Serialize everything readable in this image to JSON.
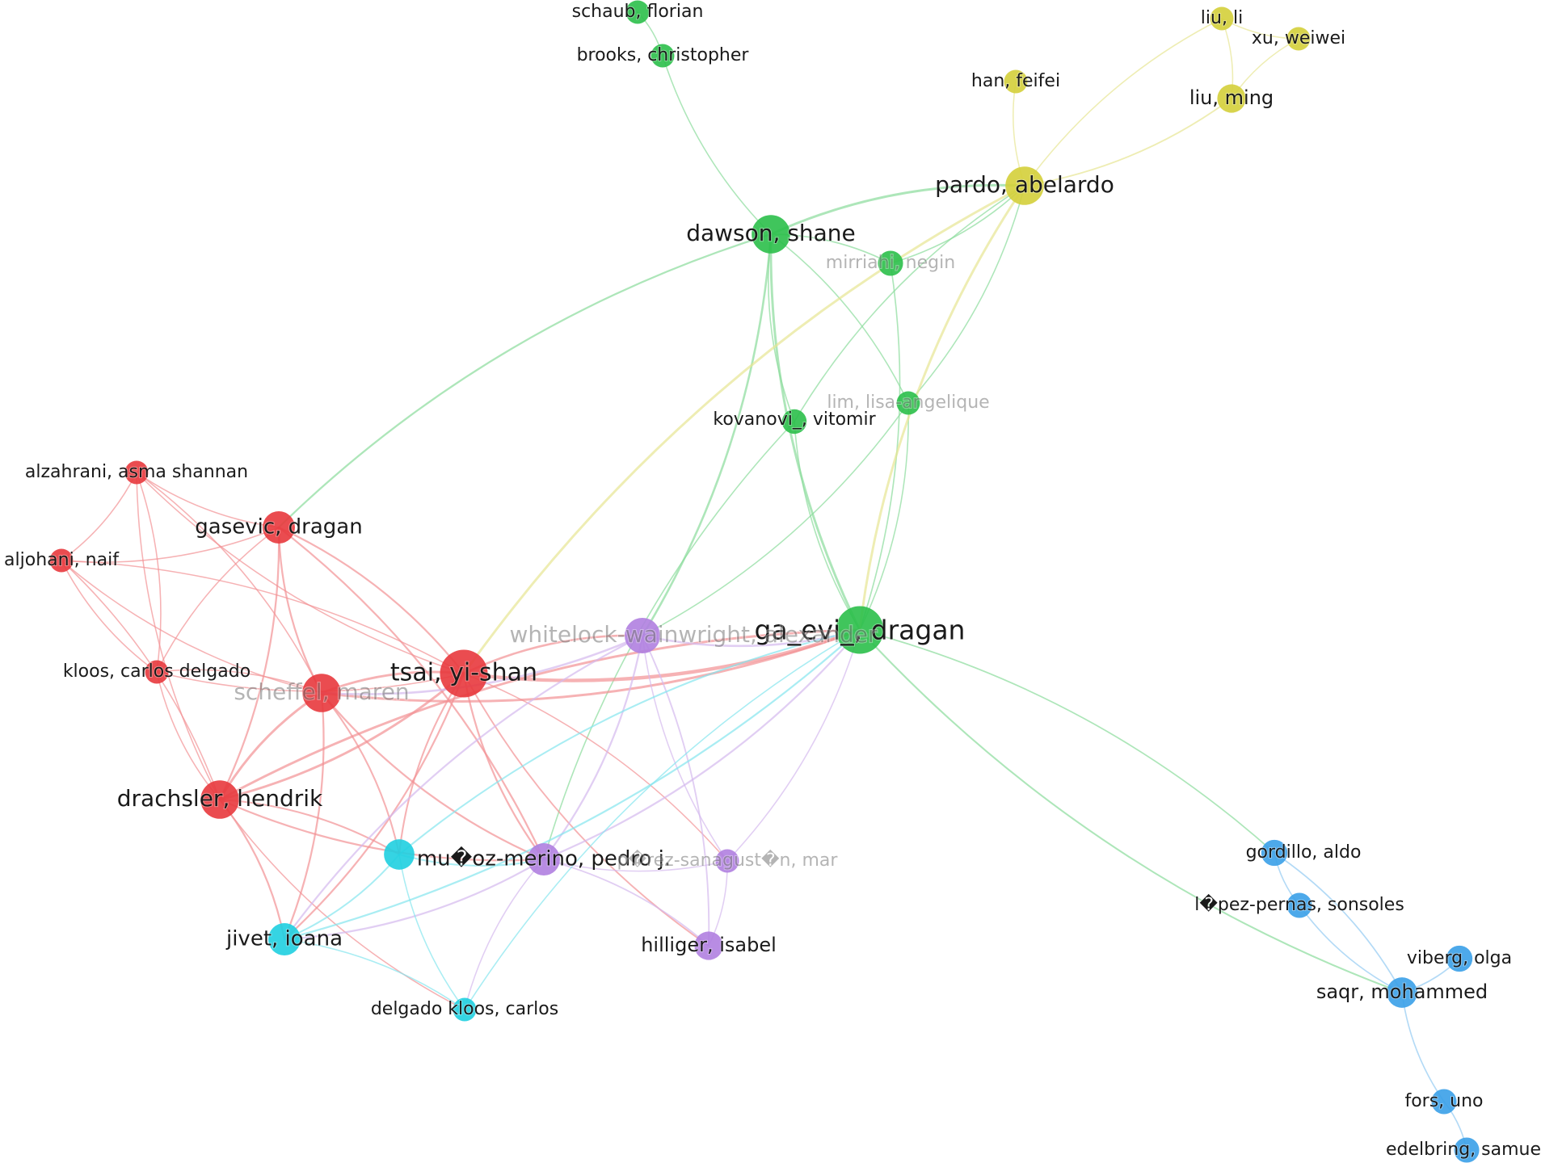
{
  "network": {
    "clusters": {
      "red": "#e8383d",
      "green": "#2bbf4a",
      "yellow": "#d4cf3a",
      "purple": "#b07fe0",
      "cyan": "#1fcfe0",
      "blue": "#3aa0e8"
    },
    "nodes": [
      {
        "id": "schaub",
        "label": "schaub, florian",
        "cluster": "green",
        "weight": 1
      },
      {
        "id": "brooks",
        "label": "brooks, christopher",
        "cluster": "green",
        "weight": 1
      },
      {
        "id": "dawson",
        "label": "dawson, shane",
        "cluster": "green",
        "weight": 5
      },
      {
        "id": "mirriahi",
        "label": "mirriahi, negin",
        "cluster": "green",
        "weight": 1.3,
        "faded": true
      },
      {
        "id": "lim",
        "label": "lim, lisa-angelique",
        "cluster": "green",
        "weight": 1,
        "faded": true
      },
      {
        "id": "kovanovic",
        "label": "kovanovi_, vitomir",
        "cluster": "green",
        "weight": 1.2
      },
      {
        "id": "gasevic_d",
        "label": "ga_evi_, dragan",
        "cluster": "green",
        "weight": 9
      },
      {
        "id": "liuli",
        "label": "liu, li",
        "cluster": "yellow",
        "weight": 1
      },
      {
        "id": "xuweiwei",
        "label": "xu, weiwei",
        "cluster": "yellow",
        "weight": 1
      },
      {
        "id": "hanfeifei",
        "label": "han, feifei",
        "cluster": "yellow",
        "weight": 1
      },
      {
        "id": "liuming",
        "label": "liu, ming",
        "cluster": "yellow",
        "weight": 2
      },
      {
        "id": "pardo",
        "label": "pardo, abelardo",
        "cluster": "yellow",
        "weight": 5
      },
      {
        "id": "alzahrani",
        "label": "alzahrani, asma shannan",
        "cluster": "red",
        "weight": 1
      },
      {
        "id": "gasevic_g",
        "label": "gasevic, dragan",
        "cluster": "red",
        "weight": 3
      },
      {
        "id": "aljohani",
        "label": "aljohani, naif",
        "cluster": "red",
        "weight": 1
      },
      {
        "id": "kloos_cd",
        "label": "kloos, carlos delgado",
        "cluster": "red",
        "weight": 1
      },
      {
        "id": "scheffel",
        "label": "scheffel, maren",
        "cluster": "red",
        "weight": 5,
        "faded": true
      },
      {
        "id": "tsai",
        "label": "tsai, yi-shan",
        "cluster": "red",
        "weight": 9
      },
      {
        "id": "drachsler",
        "label": "drachsler, hendrik",
        "cluster": "red",
        "weight": 5
      },
      {
        "id": "whitelock",
        "label": "whitelock-wainwright, alexander",
        "cluster": "purple",
        "weight": 4,
        "faded": true
      },
      {
        "id": "munoz",
        "label": "mu�oz-merino, pedro j.",
        "cluster": "purple",
        "weight": 3
      },
      {
        "id": "perez_s",
        "label": "p�rez-sanagust�n, mar",
        "cluster": "purple",
        "weight": 1,
        "faded": true
      },
      {
        "id": "hilliger",
        "label": "hilliger, isabel",
        "cluster": "purple",
        "weight": 2
      },
      {
        "id": "cyan_node",
        "label": "",
        "cluster": "cyan",
        "weight": 2.5
      },
      {
        "id": "jivet",
        "label": "jivet, ioana",
        "cluster": "cyan",
        "weight": 3
      },
      {
        "id": "delgado_kc",
        "label": "delgado kloos, carlos",
        "cluster": "cyan",
        "weight": 1
      },
      {
        "id": "gordillo",
        "label": "gordillo, aldo",
        "cluster": "blue",
        "weight": 1.5
      },
      {
        "id": "lopez_p",
        "label": "l�pez-pernas, sonsoles",
        "cluster": "blue",
        "weight": 1.3
      },
      {
        "id": "viberg",
        "label": "viberg, olga",
        "cluster": "blue",
        "weight": 1.5
      },
      {
        "id": "saqr",
        "label": "saqr, mohammed",
        "cluster": "blue",
        "weight": 2.5
      },
      {
        "id": "fors",
        "label": "fors, uno",
        "cluster": "blue",
        "weight": 1.3
      },
      {
        "id": "edelbring",
        "label": "edelbring, samue",
        "cluster": "blue",
        "weight": 1.3
      }
    ],
    "edges": [
      [
        "schaub",
        "brooks"
      ],
      [
        "brooks",
        "dawson"
      ],
      [
        "dawson",
        "mirriahi"
      ],
      [
        "dawson",
        "gasevic_d"
      ],
      [
        "dawson",
        "pardo"
      ],
      [
        "dawson",
        "kovanovic"
      ],
      [
        "dawson",
        "lim"
      ],
      [
        "dawson",
        "gasevic_g"
      ],
      [
        "dawson",
        "whitelock"
      ],
      [
        "mirriahi",
        "pardo"
      ],
      [
        "mirriahi",
        "gasevic_d"
      ],
      [
        "kovanovic",
        "gasevic_d"
      ],
      [
        "kovanovic",
        "pardo"
      ],
      [
        "kovanovic",
        "munoz"
      ],
      [
        "lim",
        "gasevic_d"
      ],
      [
        "lim",
        "pardo"
      ],
      [
        "lim",
        "whitelock"
      ],
      [
        "pardo",
        "gasevic_d"
      ],
      [
        "pardo",
        "hanfeifei"
      ],
      [
        "pardo",
        "liuming"
      ],
      [
        "pardo",
        "liuli"
      ],
      [
        "pardo",
        "tsai"
      ],
      [
        "liuli",
        "liuming"
      ],
      [
        "liuli",
        "xuweiwei"
      ],
      [
        "liuming",
        "xuweiwei"
      ],
      [
        "alzahrani",
        "gasevic_g"
      ],
      [
        "alzahrani",
        "aljohani"
      ],
      [
        "alzahrani",
        "tsai"
      ],
      [
        "alzahrani",
        "scheffel"
      ],
      [
        "alzahrani",
        "drachsler"
      ],
      [
        "alzahrani",
        "kloos_cd"
      ],
      [
        "aljohani",
        "gasevic_g"
      ],
      [
        "aljohani",
        "tsai"
      ],
      [
        "aljohani",
        "scheffel"
      ],
      [
        "aljohani",
        "drachsler"
      ],
      [
        "aljohani",
        "kloos_cd"
      ],
      [
        "gasevic_g",
        "tsai"
      ],
      [
        "gasevic_g",
        "scheffel"
      ],
      [
        "gasevic_g",
        "drachsler"
      ],
      [
        "gasevic_g",
        "kloos_cd"
      ],
      [
        "gasevic_g",
        "munoz"
      ],
      [
        "kloos_cd",
        "tsai"
      ],
      [
        "kloos_cd",
        "scheffel"
      ],
      [
        "kloos_cd",
        "drachsler"
      ],
      [
        "scheffel",
        "tsai"
      ],
      [
        "scheffel",
        "drachsler"
      ],
      [
        "scheffel",
        "jivet"
      ],
      [
        "scheffel",
        "munoz"
      ],
      [
        "scheffel",
        "cyan_node"
      ],
      [
        "scheffel",
        "gasevic_d"
      ],
      [
        "tsai",
        "drachsler"
      ],
      [
        "tsai",
        "gasevic_d"
      ],
      [
        "tsai",
        "whitelock"
      ],
      [
        "tsai",
        "munoz"
      ],
      [
        "tsai",
        "perez_s"
      ],
      [
        "tsai",
        "hilliger"
      ],
      [
        "tsai",
        "jivet"
      ],
      [
        "tsai",
        "cyan_node"
      ],
      [
        "drachsler",
        "jivet"
      ],
      [
        "drachsler",
        "munoz"
      ],
      [
        "drachsler",
        "cyan_node"
      ],
      [
        "drachsler",
        "delgado_kc"
      ],
      [
        "drachsler",
        "gasevic_d"
      ],
      [
        "whitelock",
        "gasevic_d"
      ],
      [
        "whitelock",
        "munoz"
      ],
      [
        "whitelock",
        "perez_s"
      ],
      [
        "whitelock",
        "hilliger"
      ],
      [
        "whitelock",
        "jivet"
      ],
      [
        "whitelock",
        "scheffel"
      ],
      [
        "munoz",
        "perez_s"
      ],
      [
        "munoz",
        "hilliger"
      ],
      [
        "munoz",
        "delgado_kc"
      ],
      [
        "munoz",
        "jivet"
      ],
      [
        "munoz",
        "gasevic_d"
      ],
      [
        "perez_s",
        "hilliger"
      ],
      [
        "perez_s",
        "gasevic_d"
      ],
      [
        "cyan_node",
        "jivet"
      ],
      [
        "cyan_node",
        "delgado_kc"
      ],
      [
        "cyan_node",
        "gasevic_d"
      ],
      [
        "cyan_node",
        "munoz"
      ],
      [
        "jivet",
        "delgado_kc"
      ],
      [
        "jivet",
        "gasevic_d"
      ],
      [
        "delgado_kc",
        "gasevic_d"
      ],
      [
        "gasevic_d",
        "saqr"
      ],
      [
        "gasevic_d",
        "gordillo"
      ],
      [
        "gordillo",
        "lopez_p"
      ],
      [
        "gordillo",
        "saqr"
      ],
      [
        "lopez_p",
        "saqr"
      ],
      [
        "viberg",
        "saqr"
      ],
      [
        "saqr",
        "fors"
      ],
      [
        "fors",
        "edelbring"
      ]
    ]
  }
}
